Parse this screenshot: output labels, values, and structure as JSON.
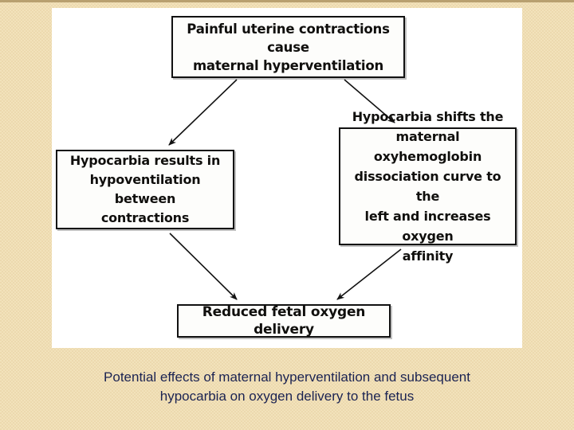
{
  "slide": {
    "background_color": "#f2e2bb",
    "panel_color": "#ffffff",
    "rule_color": "#b8a070"
  },
  "diagram": {
    "type": "flowchart",
    "nodes": [
      {
        "id": "top",
        "text": "Painful uterine contractions cause maternal hyperventilation",
        "lines": [
          "Painful uterine contractions cause",
          "maternal hyperventilation"
        ]
      },
      {
        "id": "left",
        "text": "Hypocarbia results in hypoventilation between contractions",
        "lines": [
          "Hypocarbia results in",
          "hypoventilation between",
          "contractions"
        ]
      },
      {
        "id": "right",
        "text": "Hypocarbia shifts the maternal oxyhemoglobin dissociation curve to the left and increases oxygen affinity",
        "lines": [
          "Hypocarbia shifts the",
          "maternal oxyhemoglobin",
          "dissociation curve to the",
          "left and increases oxygen",
          "affinity"
        ]
      },
      {
        "id": "bottom",
        "text": "Reduced fetal oxygen delivery",
        "lines": [
          "Reduced fetal oxygen delivery"
        ]
      }
    ],
    "edges": [
      {
        "from": "top",
        "to": "left",
        "style": "arrow"
      },
      {
        "from": "top",
        "to": "right",
        "style": "arrow"
      },
      {
        "from": "left",
        "to": "bottom",
        "style": "arrow"
      },
      {
        "from": "right",
        "to": "bottom",
        "style": "arrow"
      }
    ],
    "line_color": "#121212"
  },
  "caption": {
    "text": "Potential effects of maternal hyperventilation and subsequent hypocarbia on oxygen delivery to the fetus",
    "line1": "Potential effects of maternal hyperventilation and subsequent",
    "line2": "hypocarbia on oxygen delivery to the fetus",
    "color": "#1b2352"
  }
}
